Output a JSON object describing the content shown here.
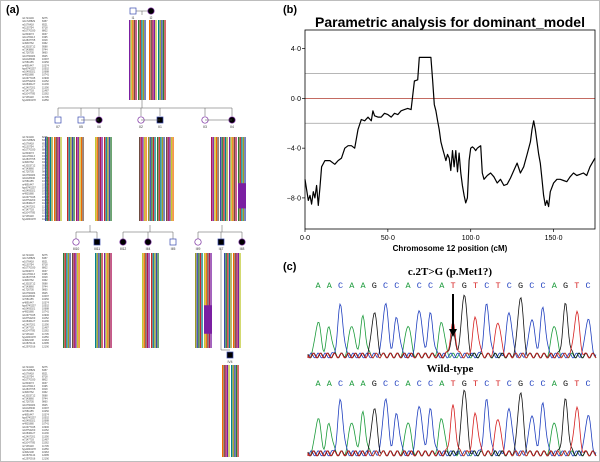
{
  "panels": {
    "a": "(a)",
    "b": "(b)",
    "c": "(c)"
  },
  "pedigree": {
    "individuals": {
      "I-1": {
        "sex": "male",
        "affected": false,
        "label": "I1"
      },
      "I-2": {
        "sex": "female",
        "affected": true,
        "label": "I2"
      },
      "II-7": {
        "sex": "male",
        "affected": false,
        "label": "II7"
      },
      "II-5": {
        "sex": "male",
        "affected": false,
        "label": "II5"
      },
      "II-6": {
        "sex": "female",
        "affected": true,
        "label": "II6"
      },
      "II-2": {
        "sex": "female",
        "affected": false,
        "label": "II2"
      },
      "II-1": {
        "sex": "male",
        "affected": true,
        "label": "II1"
      },
      "II-3": {
        "sex": "female",
        "affected": false,
        "label": "II3"
      },
      "II-4": {
        "sex": "female",
        "affected": true,
        "label": "II4"
      },
      "III-10": {
        "sex": "female",
        "affected": false,
        "label": "III10"
      },
      "III-11": {
        "sex": "male",
        "affected": true,
        "label": "III11"
      },
      "III-12": {
        "sex": "female",
        "affected": true,
        "label": "III12"
      },
      "III-4": {
        "sex": "female",
        "affected": true,
        "label": "III4"
      },
      "III-5": {
        "sex": "male",
        "affected": false,
        "label": "III5"
      },
      "III-9": {
        "sex": "female",
        "affected": false,
        "label": "III9"
      },
      "III-7": {
        "sex": "male",
        "affected": true,
        "label": "III7"
      },
      "III-8": {
        "sex": "female",
        "affected": true,
        "label": "III8"
      },
      "IV-1": {
        "sex": "male",
        "affected": true,
        "label": "IV4"
      }
    },
    "snp_ids": [
      "rs1724146",
      "rs11728829",
      "rs1076418",
      "rs1130754",
      "rs10770030",
      "rs2304073",
      "rs11178213",
      "rs12847765",
      "rs4930762",
      "rs13023712",
      "rs7143860",
      "rs1726705",
      "rs10760484",
      "rs11028040",
      "rs7081155",
      "rs4891447",
      "hgv8745257",
      "rs10493021",
      "rs4931880",
      "rs10977045",
      "rs18754200",
      "rs10846127",
      "rs12407201",
      "rs7147703",
      "rs11047785",
      "rs7135118",
      "hgv4840278",
      "rs4932108",
      "rs10876144",
      "rs12970916",
      "rs1286914",
      "rs6512785",
      "rs34187"
    ],
    "snp_positions": [
      "8275",
      "8457",
      "8521",
      "8718",
      "8802",
      "9037",
      "9195",
      "9318",
      "9462",
      "9588",
      "9744",
      "9860",
      "9925",
      "10097",
      "10250",
      "10374",
      "10502",
      "10688",
      "10741",
      "10906",
      "11052",
      "11236",
      "11390",
      "11487",
      "11562",
      "11705",
      "11850",
      "11963",
      "12085",
      "12190",
      "12370",
      "12456",
      "12597"
    ]
  },
  "chart_data": {
    "type": "line",
    "title": "Parametric analysis for dominant_model",
    "xlabel": "Chromosome 12 position (cM)",
    "ylabel": "",
    "xlim": [
      0,
      175
    ],
    "ylim": [
      -10.5,
      5.5
    ],
    "xticks": [
      0,
      50,
      100,
      150
    ],
    "xtick_labels": [
      "0·0",
      "50·0",
      "100·0",
      "150·0"
    ],
    "yticks": [
      4,
      0,
      -4,
      -8
    ],
    "ytick_labels": [
      "4·0",
      "0·0",
      "−4·0",
      "−8·0"
    ],
    "reference_lines": [
      {
        "y": 2,
        "color": "#9e9e9e"
      },
      {
        "y": 0,
        "color": "#b03a2e"
      },
      {
        "y": -2,
        "color": "#9e9e9e"
      }
    ],
    "series": [
      {
        "x": [
          0,
          2,
          3,
          4,
          5,
          6,
          7,
          8,
          9,
          10,
          12,
          15,
          18,
          20,
          22,
          24,
          26,
          28,
          30,
          32,
          34,
          36,
          38,
          40,
          41,
          42,
          44,
          46,
          48,
          50,
          52,
          54,
          56,
          58,
          60,
          62,
          64,
          66,
          68,
          69,
          70,
          72,
          74,
          76,
          77,
          78,
          79,
          80,
          81,
          82,
          83,
          84,
          85,
          86,
          87,
          88,
          89,
          90,
          91,
          92,
          93,
          94,
          95,
          96,
          97,
          98,
          99,
          100,
          101,
          102,
          103,
          104,
          105,
          106,
          107,
          108,
          110,
          112,
          114,
          116,
          118,
          120,
          122,
          124,
          126,
          128,
          130,
          132,
          134,
          136,
          137,
          138,
          139,
          140,
          141,
          142,
          143,
          144,
          145,
          146,
          147,
          148,
          150,
          152,
          154,
          156,
          158,
          160,
          162,
          164,
          166,
          168,
          170,
          172,
          175
        ],
        "y": [
          -6.5,
          -8.2,
          -7.8,
          -8.5,
          -7.5,
          -8.0,
          -7.0,
          -8.6,
          -7.2,
          -5.5,
          -5.0,
          -5.0,
          -5.3,
          -5.0,
          -4.8,
          -4.0,
          -3.8,
          -3.8,
          -4.0,
          -2.5,
          -1.7,
          -1.8,
          -1.5,
          -1.8,
          -1.0,
          -1.4,
          -1.5,
          -1.5,
          -1.2,
          -1.3,
          -1.5,
          -1.2,
          -1.3,
          -1.0,
          -0.9,
          -0.8,
          -0.9,
          1.4,
          1.5,
          3.3,
          3.3,
          3.3,
          3.3,
          3.3,
          1.5,
          -0.5,
          -1.0,
          -1.8,
          -2.5,
          -3.5,
          -4.0,
          -4.5,
          -5.0,
          -4.5,
          -4.8,
          -5.8,
          -4.2,
          -5.5,
          -4.2,
          -5.9,
          -4.4,
          -6.0,
          -7.0,
          -7.8,
          -8.4,
          -8.0,
          -5.0,
          -4.0,
          -3.9,
          -4.0,
          -4.2,
          -4.0,
          -3.9,
          -3.8,
          -6.0,
          -6.5,
          -6.2,
          -6.0,
          -6.3,
          -6.8,
          -6.5,
          -7.0,
          -6.9,
          -6.4,
          -5.8,
          -5.2,
          -6.0,
          -5.5,
          -4.5,
          -3.5,
          -2.5,
          -1.8,
          -2.5,
          -3.5,
          -4.5,
          -5.2,
          -6.5,
          -7.8,
          -8.6,
          -8.2,
          -8.7,
          -7.5,
          -6.8,
          -6.5,
          -6.5,
          -6.6,
          -6.7,
          -6.3,
          -6.0,
          -6.2,
          -6.1,
          -6.0,
          -6.2,
          -5.5,
          -4.8
        ]
      }
    ]
  },
  "sequencing": {
    "mutant": {
      "label": "c.2T>G (p.Met1?)",
      "bases": [
        "A",
        "A",
        "C",
        "A",
        "A",
        "G",
        "C",
        "C",
        "A",
        "C",
        "C",
        "A",
        "T",
        "G",
        "T",
        "C",
        "T",
        "C",
        "G",
        "C",
        "C",
        "A",
        "G",
        "T",
        "C"
      ]
    },
    "wildtype": {
      "label": "Wild-type",
      "bases": [
        "A",
        "A",
        "C",
        "A",
        "A",
        "G",
        "C",
        "C",
        "A",
        "C",
        "C",
        "A",
        "T",
        "G",
        "T",
        "C",
        "T",
        "C",
        "G",
        "C",
        "C",
        "A",
        "G",
        "T",
        "C"
      ]
    },
    "base_colors": {
      "A": "#1a9a3a",
      "C": "#1f3fbf",
      "G": "#111111",
      "T": "#d62020"
    }
  }
}
